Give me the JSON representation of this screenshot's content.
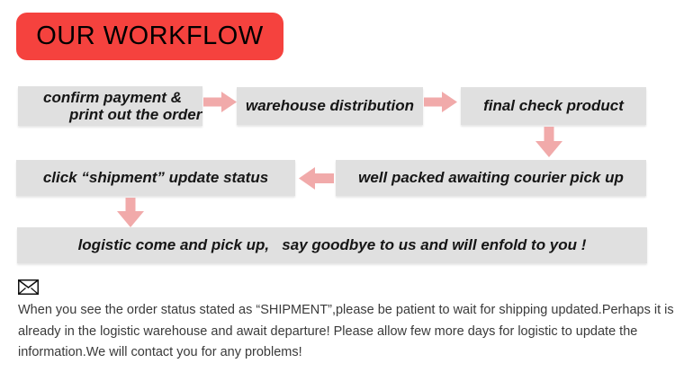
{
  "header": {
    "title": "OUR WORKFLOW"
  },
  "flow": {
    "confirm": {
      "line1": "confirm payment &",
      "line2": "print out the order"
    },
    "warehouse": {
      "label": "warehouse distribution"
    },
    "final_check": {
      "label": "final check product"
    },
    "click_shipment": {
      "label": "click “shipment” update status"
    },
    "well_packed": {
      "label": "well packed awaiting courier pick up"
    },
    "logistic": {
      "label": "logistic come and pick up,   say goodbye to us and will enfold to you !"
    }
  },
  "note": {
    "lines": [
      "When you see the order status stated as “SHIPMENT”,please be patient to wait for shipping updated.Perhaps it is",
      "already in the logistic warehouse and await departure! Please allow few more days for logistic to update the",
      "information.We will contact you for any problems!"
    ]
  },
  "colors": {
    "header_bg": "#f5423e",
    "box_bg": "#e0e0e0",
    "arrow": "#f1aaaa",
    "box_text": "#161616",
    "note_text": "#3a3a3a"
  }
}
